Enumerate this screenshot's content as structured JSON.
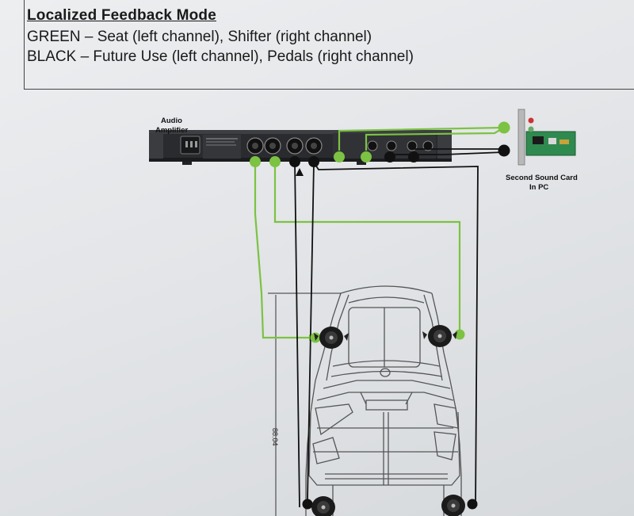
{
  "legend": {
    "title": "Localized Feedback Mode",
    "line1": "GREEN – Seat (left channel), Shifter (right channel)",
    "line2": "BLACK –  Future Use (left channel), Pedals (right channel)"
  },
  "labels": {
    "amp_line1": "Audio",
    "amp_line2": "Amplifier",
    "card_line1": "Second Sound Card",
    "card_line2": "In PC",
    "dimension": "88.04"
  },
  "colors": {
    "green": "#7cc243",
    "black": "#111111",
    "frame": "#555555"
  },
  "icons": [
    "power-socket-icon",
    "xlr-connector-icon",
    "sound-card-icon",
    "transducer-icon"
  ]
}
